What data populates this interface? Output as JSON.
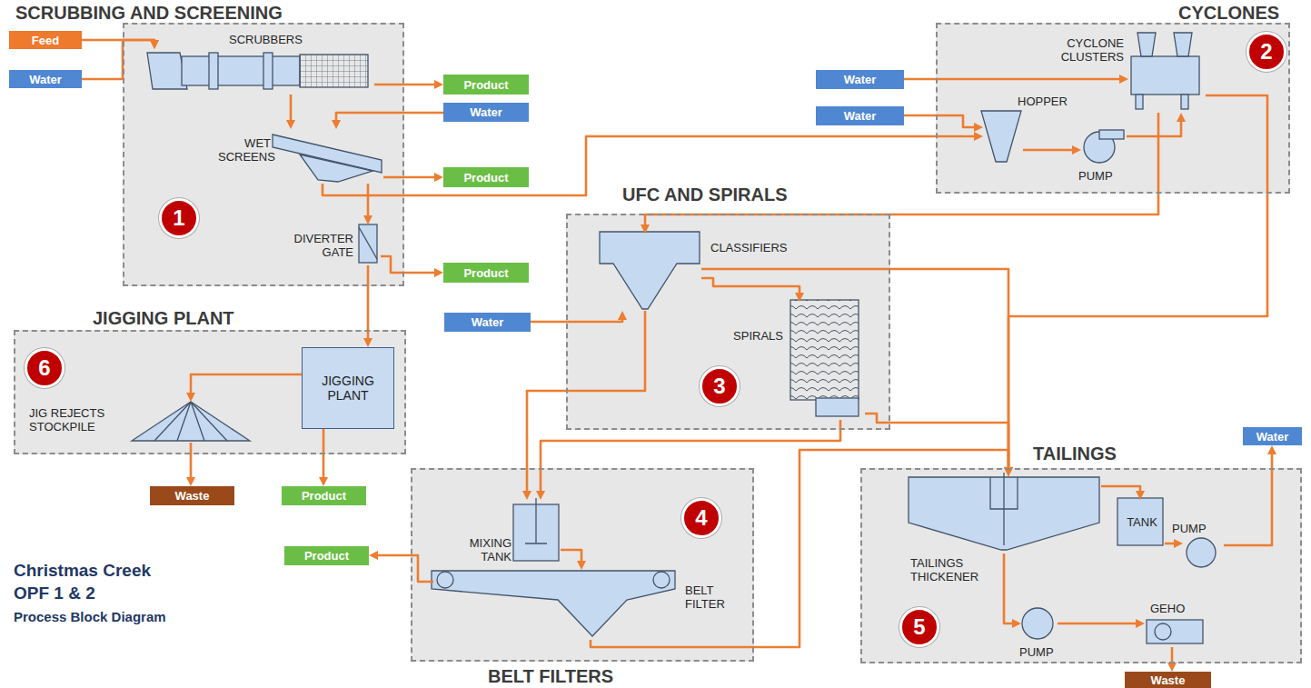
{
  "diagram": {
    "nodes": [
      {
        "text": [
          "SCRUBBING AND SCREENING"
        ]
      },
      {
        "text": [
          "CYCLONES"
        ]
      },
      {
        "text": [
          "UFC AND SPIRALS"
        ]
      },
      {
        "text": [
          "JIGGING PLANT"
        ]
      },
      {
        "text": [
          "BELT FILTERS"
        ]
      },
      {
        "text": [
          "TAILINGS"
        ]
      },
      {
        "text": [
          "1"
        ],
        "in": 0
      },
      {
        "text": [
          "2"
        ],
        "in": 1
      },
      {
        "text": [
          "3"
        ],
        "in": 2
      },
      {
        "text": [
          "6"
        ],
        "in": 3
      },
      {
        "text": [
          "4"
        ],
        "in": 4
      },
      {
        "text": [
          "5"
        ],
        "in": 5
      },
      {
        "text": [
          "Feed"
        ]
      },
      {
        "text": [
          "Water"
        ]
      },
      {
        "text": [
          "SCRUBBERS"
        ],
        "in": 0
      },
      {
        "text": [
          "Product"
        ]
      },
      {
        "text": [
          "Water"
        ]
      },
      {
        "text": [
          "WET SCREENS"
        ],
        "in": 0
      },
      {
        "text": [
          "Product"
        ]
      },
      {
        "text": [
          "DIVERTER GATE"
        ],
        "in": 0
      },
      {
        "text": [
          "Product"
        ]
      },
      {
        "text": [
          "Water"
        ]
      },
      {
        "text": [
          "Water"
        ]
      },
      {
        "text": [
          "CYCLONE CLUSTERS"
        ],
        "in": 1
      },
      {
        "text": [
          "HOPPER"
        ],
        "in": 1
      },
      {
        "text": [
          "PUMP"
        ],
        "in": 1
      },
      {
        "text": [
          "CLASSIFIERS"
        ],
        "in": 2
      },
      {
        "text": [
          "SPIRALS"
        ],
        "in": 2
      },
      {
        "text": [
          "Water"
        ]
      },
      {
        "text": [
          "JIGGING PLANT"
        ],
        "in": 3
      },
      {
        "text": [
          "JIG REJECTS STOCKPILE"
        ],
        "in": 3
      },
      {
        "text": [
          "Waste"
        ]
      },
      {
        "text": [
          "Product"
        ]
      },
      {
        "text": [
          "MIXING TANK"
        ],
        "in": 4
      },
      {
        "text": [
          "BELT FILTER"
        ],
        "in": 4
      },
      {
        "text": [
          "Product"
        ]
      },
      {
        "text": [
          "TAILINGS THICKENER"
        ],
        "in": 5
      },
      {
        "text": [
          "TANK"
        ],
        "in": 5
      },
      {
        "text": [
          "PUMP"
        ],
        "in": 5
      },
      {
        "text": [
          "PUMP"
        ],
        "in": 5
      },
      {
        "text": [
          "GEHO"
        ],
        "in": 5
      },
      {
        "text": [
          "Water"
        ]
      },
      {
        "text": [
          "Waste"
        ]
      }
    ],
    "edges": [
      {
        "from": 12,
        "to": 14,
        "arrow": "to"
      },
      {
        "from": 13,
        "to": 14,
        "arrow": "to"
      },
      {
        "from": 14,
        "to": 15,
        "arrow": "to"
      },
      {
        "from": 14,
        "to": 17,
        "arrow": "to"
      },
      {
        "from": 16,
        "to": 17,
        "arrow": "to"
      },
      {
        "from": 17,
        "to": 18,
        "arrow": "to"
      },
      {
        "from": 17,
        "to": 19,
        "arrow": "to"
      },
      {
        "from": 17,
        "to": 24,
        "arrow": "to"
      },
      {
        "from": 19,
        "to": 20,
        "arrow": "to"
      },
      {
        "from": 19,
        "to": 29,
        "arrow": "to"
      },
      {
        "from": 21,
        "to": 23,
        "arrow": "to"
      },
      {
        "from": 22,
        "to": 24,
        "arrow": "to"
      },
      {
        "from": 24,
        "to": 25,
        "arrow": "to"
      },
      {
        "from": 25,
        "to": 23,
        "arrow": "to"
      },
      {
        "from": 23,
        "to": 26,
        "arrow": "to"
      },
      {
        "from": 23,
        "to": 36,
        "arrow": "to"
      },
      {
        "from": 26,
        "to": 27,
        "arrow": "to"
      },
      {
        "from": 26,
        "to": 36,
        "arrow": "to"
      },
      {
        "from": 28,
        "to": 26,
        "arrow": "to"
      },
      {
        "from": 26,
        "to": 33,
        "arrow": "to"
      },
      {
        "from": 27,
        "to": 33,
        "arrow": "to"
      },
      {
        "from": 27,
        "to": 36,
        "arrow": "to"
      },
      {
        "from": 29,
        "to": 32,
        "arrow": "to"
      },
      {
        "from": 29,
        "to": 30,
        "arrow": "to"
      },
      {
        "from": 30,
        "to": 31,
        "arrow": "to"
      },
      {
        "from": 33,
        "to": 34,
        "arrow": "to"
      },
      {
        "from": 34,
        "to": 35,
        "arrow": "to"
      },
      {
        "from": 34,
        "to": 36,
        "arrow": "to"
      },
      {
        "from": 36,
        "to": 37,
        "arrow": "to"
      },
      {
        "from": 37,
        "to": 38,
        "arrow": "to"
      },
      {
        "from": 38,
        "to": 41,
        "arrow": "to"
      },
      {
        "from": 36,
        "to": 39,
        "arrow": "to"
      },
      {
        "from": 39,
        "to": 40,
        "arrow": "to"
      },
      {
        "from": 40,
        "to": 42,
        "arrow": "to"
      }
    ],
    "labels": [
      "Christmas Creek",
      "OPF 1 & 2",
      "Process Block Diagram"
    ]
  }
}
